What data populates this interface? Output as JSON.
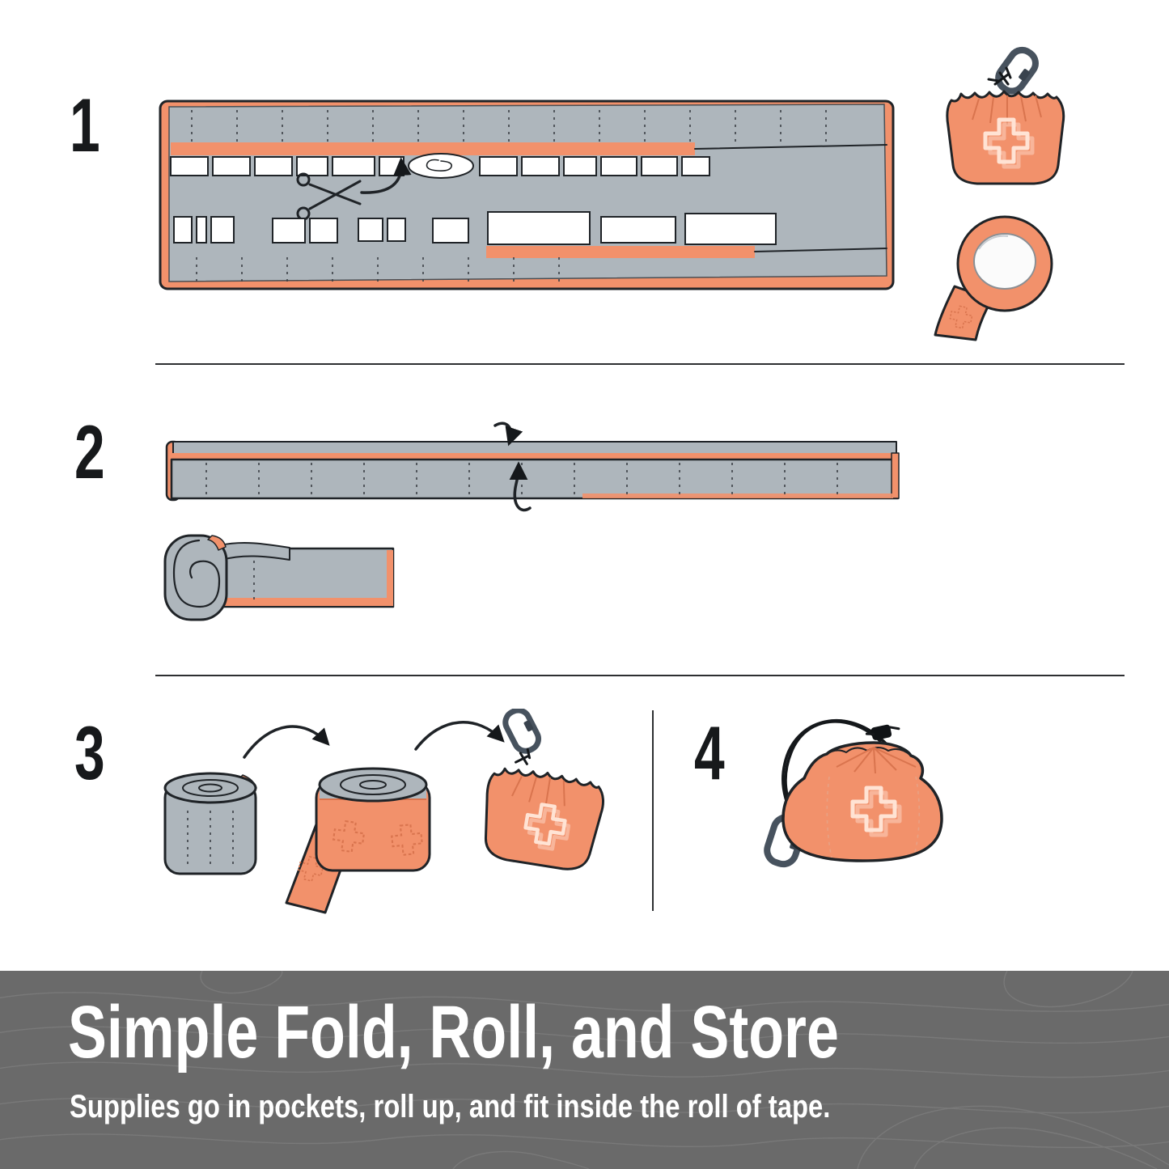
{
  "steps": [
    {
      "number": "1"
    },
    {
      "number": "2"
    },
    {
      "number": "3"
    },
    {
      "number": "4"
    }
  ],
  "banner": {
    "title": "Simple Fold, Roll, and Store",
    "subtitle": "Supplies go in pockets, roll up, and fit inside the roll of tape."
  },
  "icons": [
    "scissors-icon",
    "tape-roll-icon",
    "carabiner-icon",
    "drawstring-pouch-icon",
    "cross-logo",
    "fold-arrow-icon",
    "roll-arrow-icon"
  ],
  "colors": {
    "orange": "#F2916B",
    "orange_line": "#D9744E",
    "gray": "#AEB6BC",
    "outline": "#1F2327",
    "slate": "#47525E",
    "logo_tint": "#FFE3D4",
    "banner_bg": "#6A6A6A",
    "banner_line": "#7D7D7D",
    "page_bg": "#FFFFFF"
  }
}
